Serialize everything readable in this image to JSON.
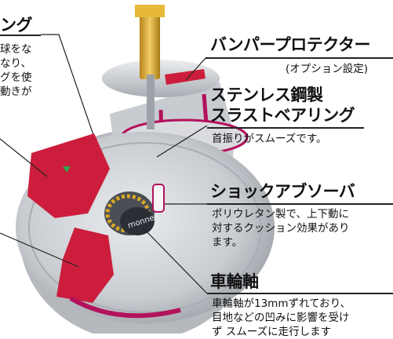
{
  "colors": {
    "accent": "#cc1e3c",
    "magenta": "#b3125c",
    "wheel_gray": "#cfd2d6",
    "shadow_gray": "#8d9198",
    "gold": "#d9a826"
  },
  "top_left": {
    "title_fragment": "ング",
    "lines": [
      "球をな",
      "なり、",
      "グを使",
      "動きが"
    ]
  },
  "bumper": {
    "title": "バンパープロテクター",
    "note": "(オプション設定)"
  },
  "bearing": {
    "title_line1": "ステンレス鋼製",
    "title_line2": "スラストベアリング",
    "desc": "首振りがスムーズです。"
  },
  "shock": {
    "title": "ショックアブソーバ",
    "lines": [
      "ポリウレタン製で、上下動に",
      "対するクッション効果があり",
      "ます。"
    ]
  },
  "axle": {
    "title": "車輪軸",
    "lines": [
      "車輪軸が13mmずれており、",
      "目地などの凹みに影響を受け",
      "ず スムーズに走行します"
    ]
  },
  "logo_text": "monner"
}
